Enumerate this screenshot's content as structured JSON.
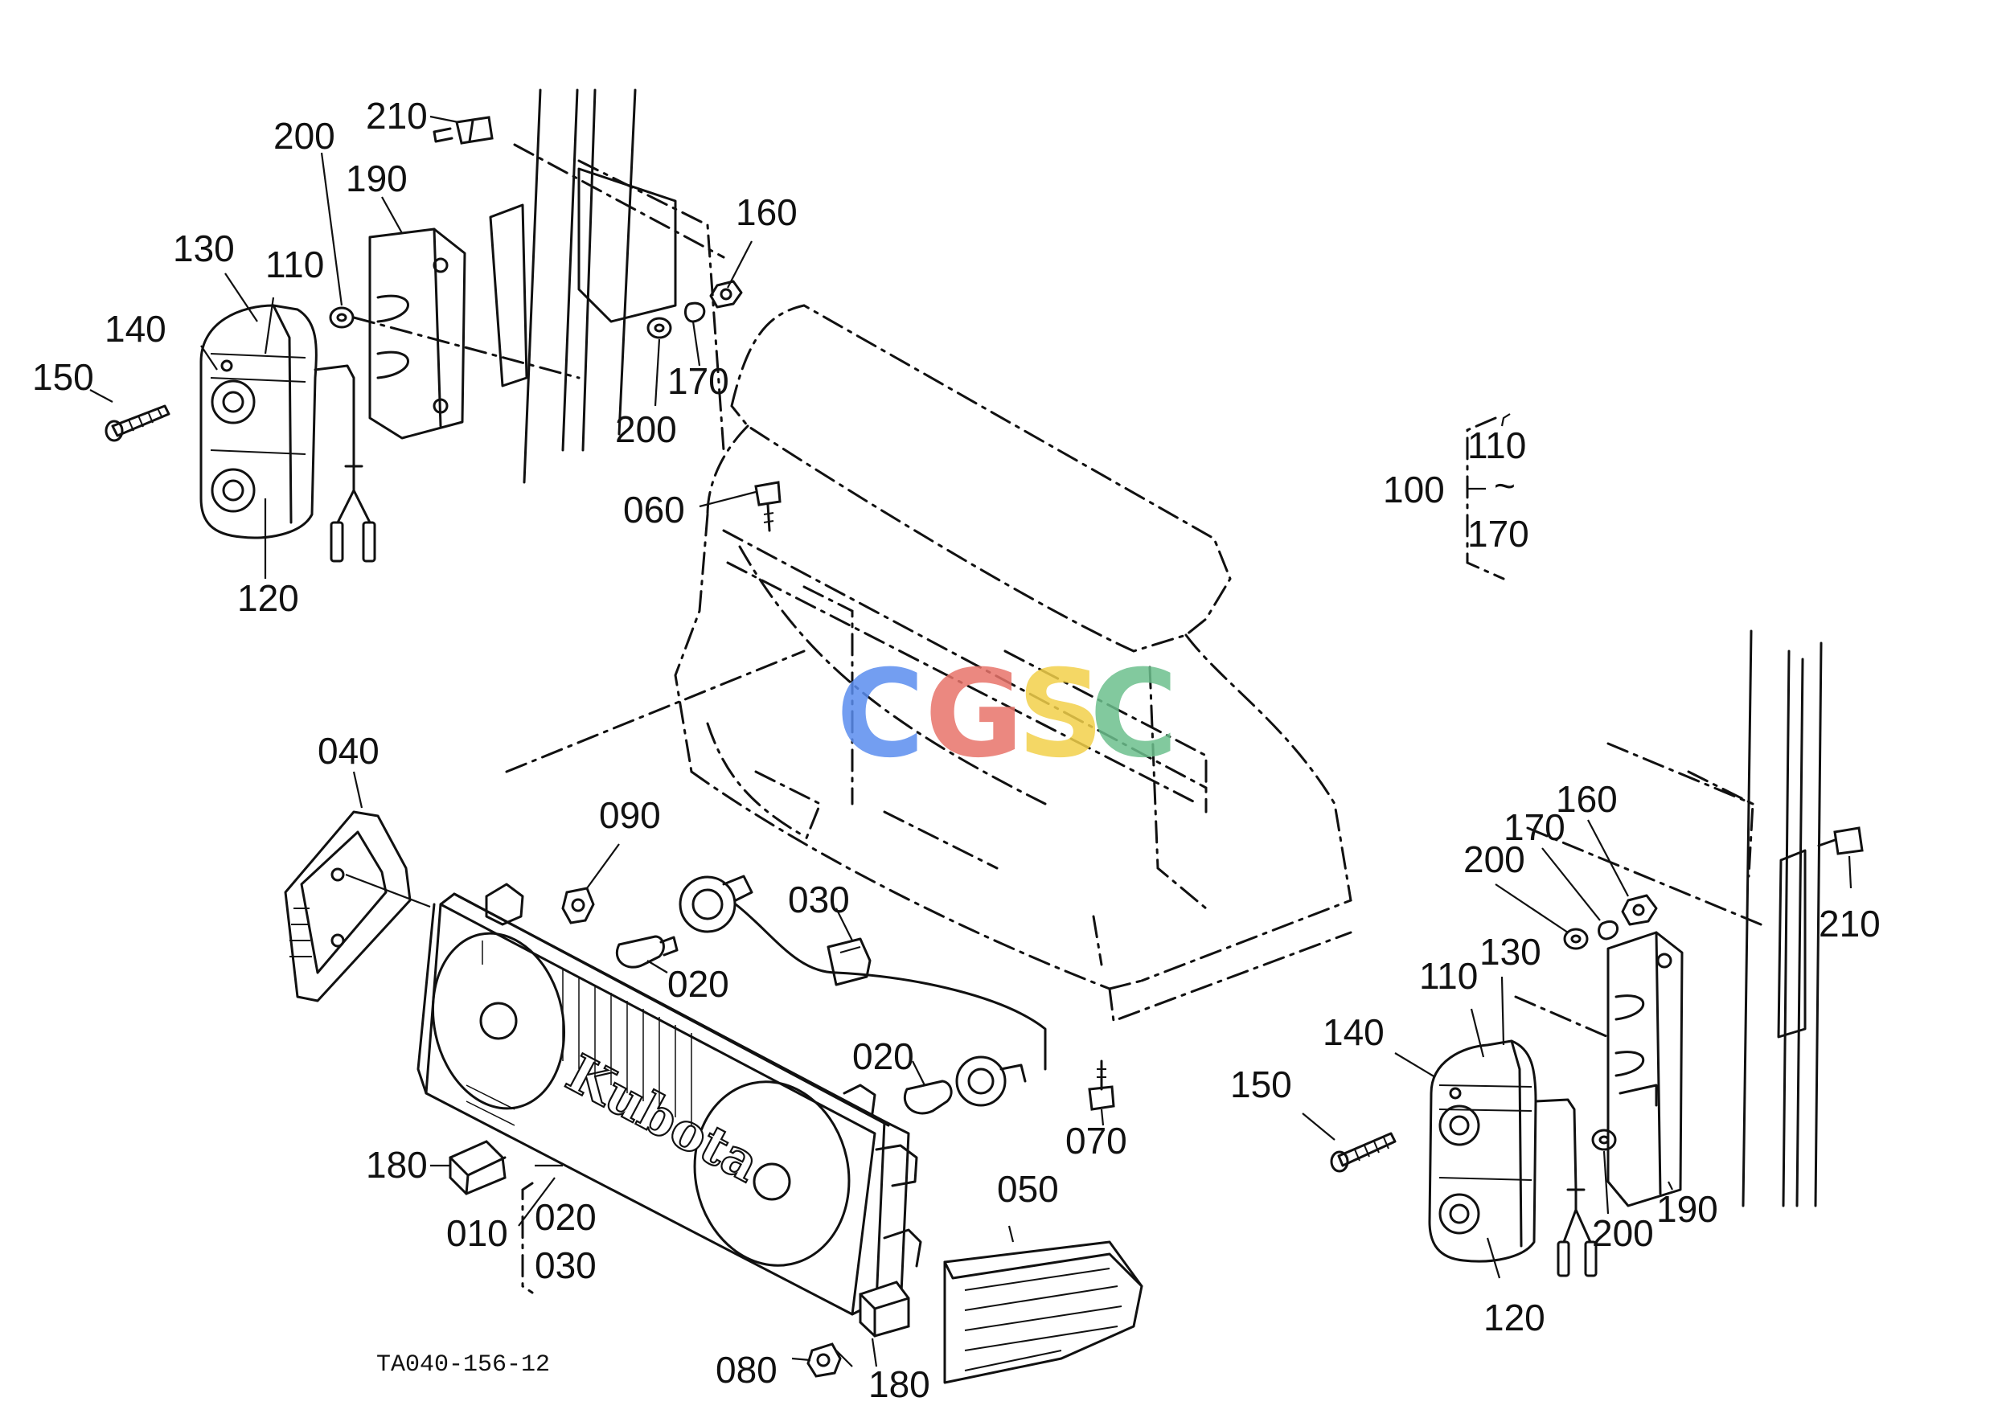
{
  "labels": {
    "l210_tl": "210",
    "l200_tl": "200",
    "l190_tl": "190",
    "l130_tl": "130",
    "l110_tl": "110",
    "l140_tl": "140",
    "l150_tl": "150",
    "l120_tl": "120",
    "l160_top": "160",
    "l170_top": "170",
    "l200_mid": "200",
    "l060": "060",
    "l100": "100",
    "l110_k": "110",
    "l170_k": "170",
    "l040": "040",
    "l090": "090",
    "l030": "030",
    "l020_a": "020",
    "l020_b": "020",
    "l070": "070",
    "l180_a": "180",
    "l010": "010",
    "l020_k": "020",
    "l030_k": "030",
    "l050": "050",
    "l080": "080",
    "l180_b": "180",
    "l200_r": "200",
    "l170_r": "170",
    "l160_r": "160",
    "l210_r": "210",
    "l130_r": "130",
    "l110_r": "110",
    "l140_r": "140",
    "l150_r": "150",
    "l200_r2": "200",
    "l190_r": "190",
    "l120_r": "120",
    "drawing_code": "TA040-156-12",
    "grille_brand": "Kubota"
  },
  "watermark": {
    "letters": [
      "C",
      "G",
      "S",
      "C"
    ],
    "colors": [
      "#5b8def",
      "#e8736a",
      "#f2d04a",
      "#6cc08d"
    ]
  }
}
